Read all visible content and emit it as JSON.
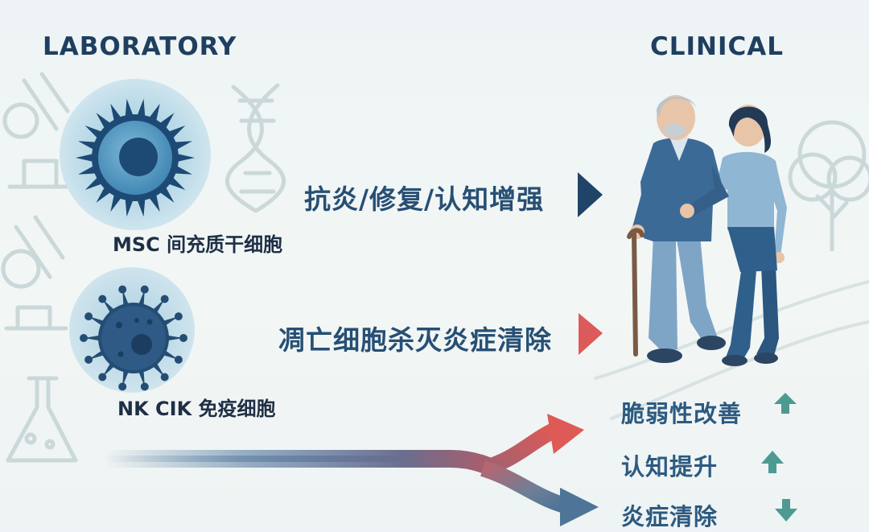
{
  "headings": {
    "laboratory": "LABORATORY",
    "clinical": "CLINICAL"
  },
  "cells": [
    {
      "label": "MSC 间充质干细胞",
      "icon": "msc-cell-icon"
    },
    {
      "label": "NK CIK 免疫细胞",
      "icon": "nk-cik-cell-icon"
    }
  ],
  "effects": [
    {
      "text": "抗炎/修复/认知增强",
      "arrow_color": "#1f4467"
    },
    {
      "text": "凋亡细胞杀灭炎症清除",
      "arrow_color": "#dd5a5a"
    }
  ],
  "outcomes": [
    {
      "label": "脆弱性改善",
      "direction": "up"
    },
    {
      "label": "认知提升",
      "direction": "up"
    },
    {
      "label": "炎症清除",
      "direction": "down"
    }
  ],
  "colors": {
    "navy": "#1f4467",
    "blue": "#3d6f9a",
    "red": "#dd5a5a",
    "teal": "#4d9a93",
    "line_art": "#c9d6d8"
  }
}
